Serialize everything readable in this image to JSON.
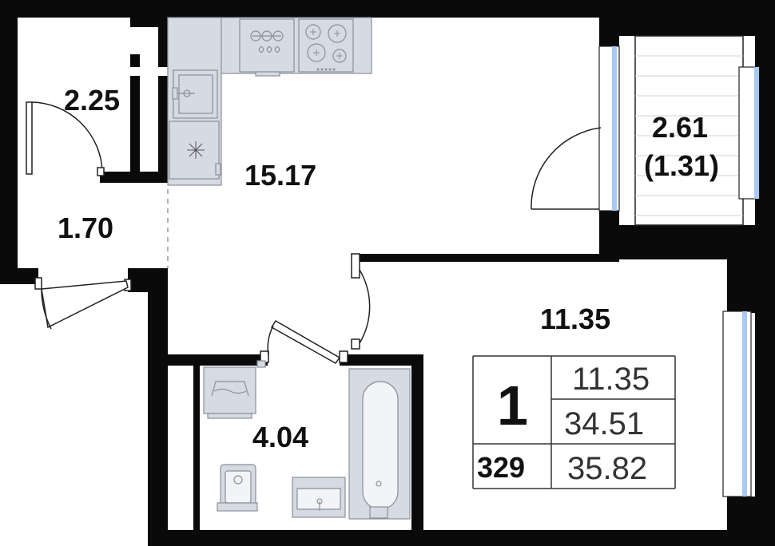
{
  "rooms": [
    {
      "id": "wardrobe",
      "area": "2.25"
    },
    {
      "id": "hall",
      "area": "1.70"
    },
    {
      "id": "kitchen-living",
      "area": "15.17"
    },
    {
      "id": "balcony",
      "area": "2.61",
      "area_reduced": "(1.31)"
    },
    {
      "id": "bedroom",
      "area": "11.35"
    },
    {
      "id": "bathroom",
      "area": "4.04"
    }
  ],
  "info_box": {
    "rooms_count": "1",
    "living_area": "11.35",
    "total_area": "34.51",
    "total_with_balcony": "35.82",
    "apartment_number": "329"
  },
  "colors": {
    "wall": "#0a0a0a",
    "fixture_fill": "#d5dae3",
    "fixture_stroke": "#8a8f99",
    "window_glass": "#a9c8f2",
    "line": "#333333"
  },
  "icons": [
    "stove-icon",
    "sink-icon",
    "fridge-icon",
    "bathtub-icon",
    "toilet-icon",
    "washbasin-icon",
    "washing-machine-icon",
    "snowflake-icon"
  ]
}
